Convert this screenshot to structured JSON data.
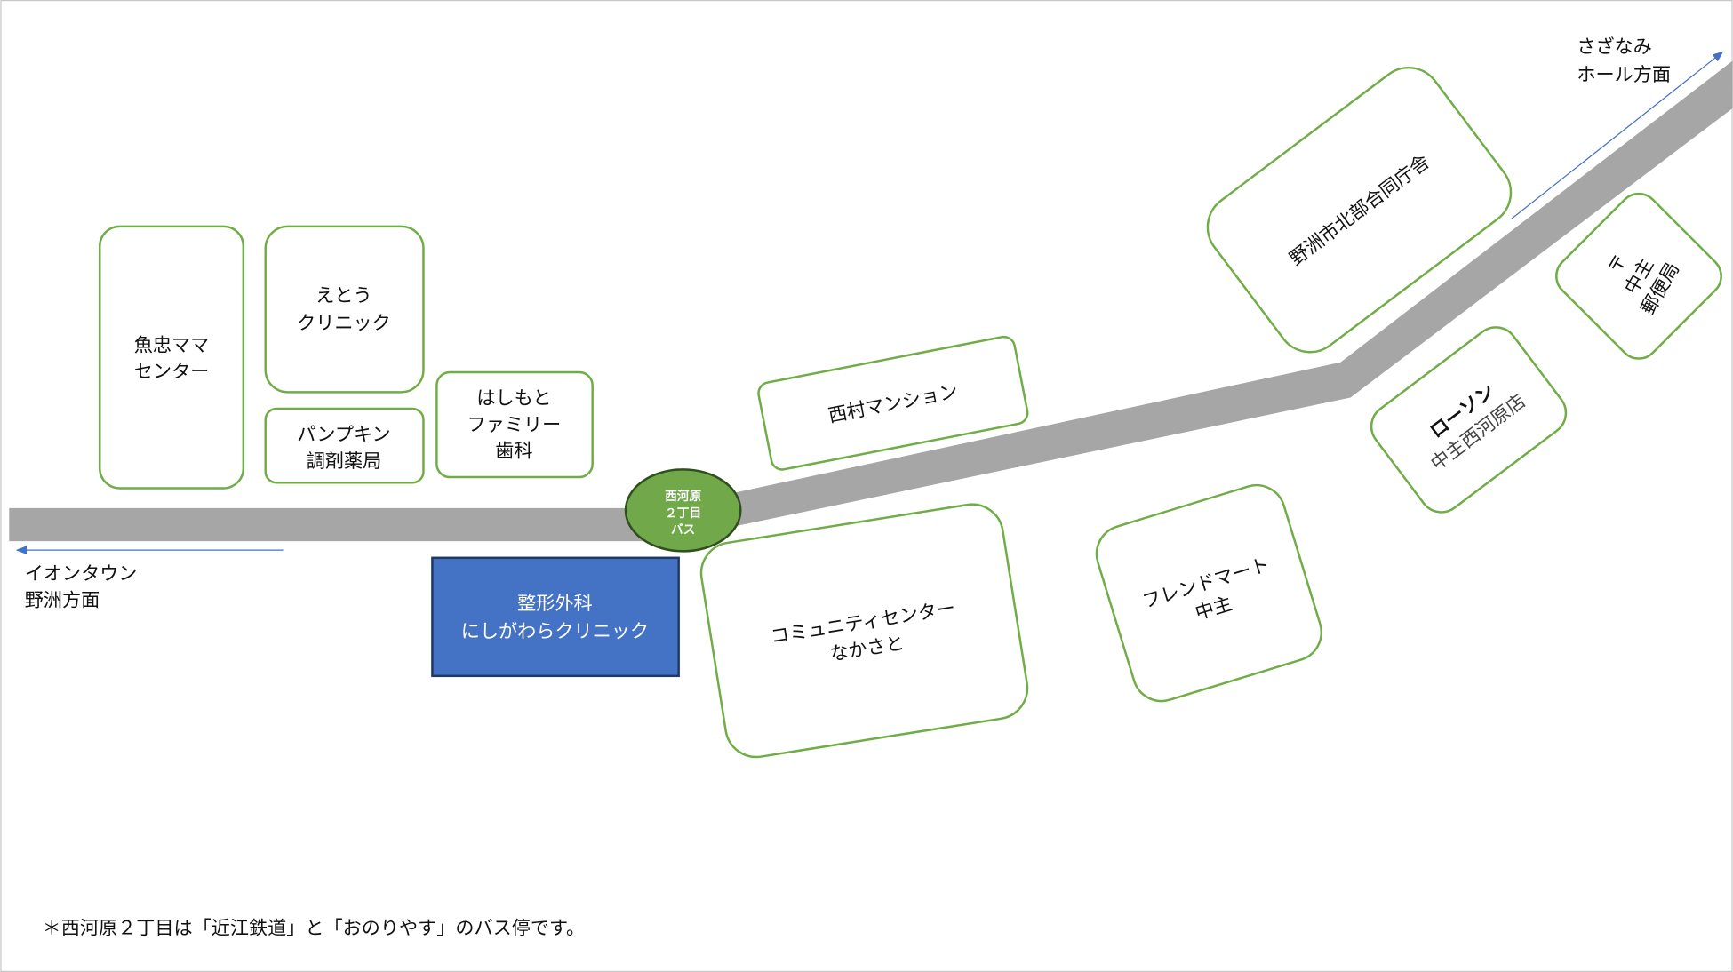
{
  "colors": {
    "road": "#a6a6a6",
    "building_outline": "#70ad47",
    "bus_stop": "#70a84a",
    "clinic": "#4472c4",
    "arrow": "#4472c4"
  },
  "buildings": {
    "uotada": [
      "魚忠ママ",
      "センター"
    ],
    "eto": [
      "えとう",
      "クリニック"
    ],
    "pumpkin": [
      "パンプキン",
      "調剤薬局"
    ],
    "hashimoto": [
      "はしもと",
      "ファミリー",
      "歯科"
    ],
    "nishimura": [
      "西村マンション"
    ],
    "community": [
      "コミュニティセンター",
      "なかさと"
    ],
    "friend": [
      "フレンドマート",
      "中主"
    ],
    "government": [
      "野洲市北部合同庁舎"
    ],
    "lawson": [
      "ローソン",
      "中主西河原店"
    ],
    "post": [
      "〒",
      "中主",
      "郵便局"
    ]
  },
  "clinic": [
    "整形外科",
    "にしがわらクリニック"
  ],
  "bus_stop": [
    "西河原",
    "２丁目",
    "バス"
  ],
  "directions": {
    "left": [
      "イオンタウン",
      "野洲方面"
    ],
    "right": [
      "さざなみ",
      "ホール方面"
    ]
  },
  "footnote": "＊西河原２丁目は「近江鉄道」と「おのりやす」のバス停です。"
}
